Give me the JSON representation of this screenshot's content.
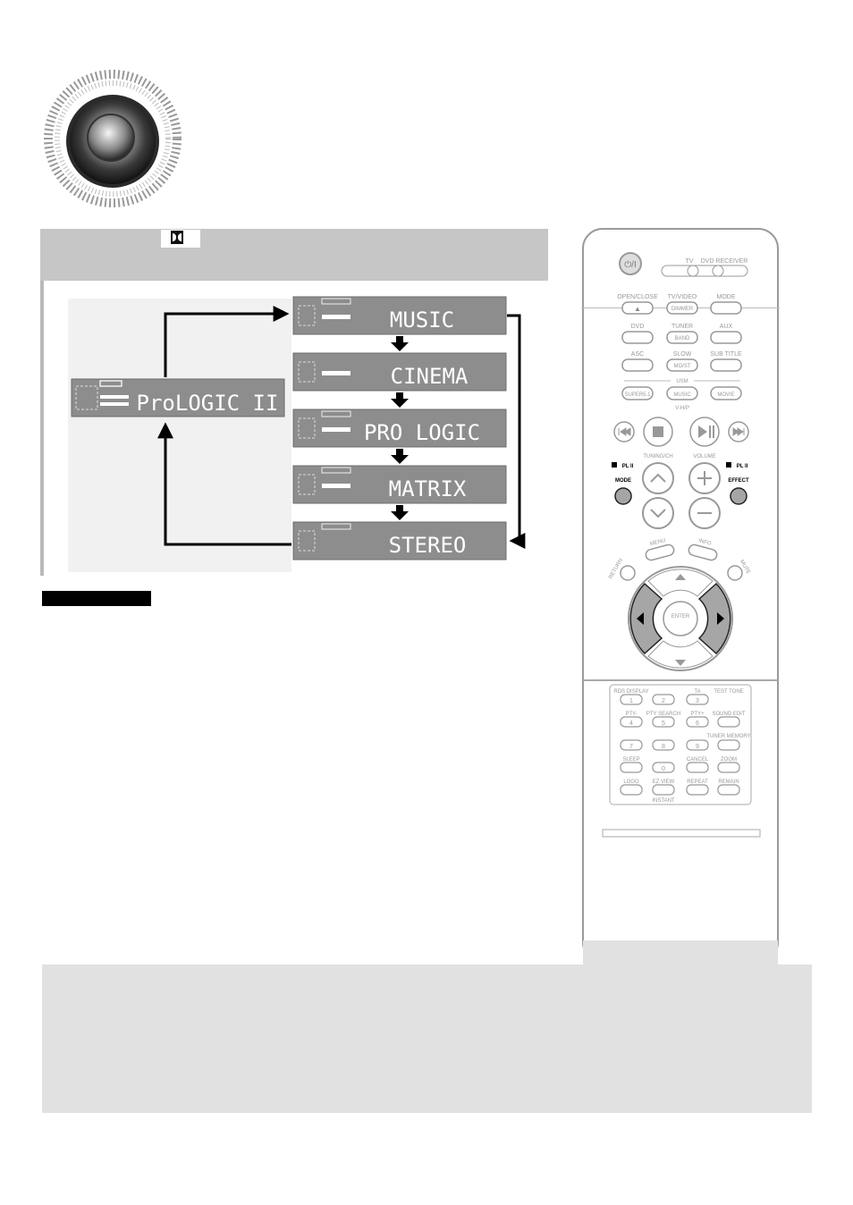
{
  "diagram": {
    "start_display": "ProLOGIC II",
    "modes": [
      "MUSIC",
      "CINEMA",
      "PRO LOGIC",
      "MATRIX",
      "STEREO"
    ]
  },
  "remote": {
    "power": "⏻/I",
    "top_labels": {
      "tv": "TV",
      "dvd_receiver": "DVD RECEIVER"
    },
    "rows": [
      {
        "left": "OPEN/CLOSE",
        "middle": "TV/VIDEO",
        "right": "MODE"
      },
      {
        "left": "DVD",
        "middle": "TUNER",
        "right": "AUX"
      },
      {
        "left": "ASC",
        "middle": "SLOW",
        "right": "SUB TITLE"
      }
    ],
    "buttons": {
      "dimmer": "DIMMER",
      "band": "BAND",
      "mo_st": "MO/ST",
      "usm": "USM",
      "superst": "SUPER5.1",
      "music": "MUSIC",
      "movie": "MOVIE",
      "vhp": "V-H/P",
      "tuning_ch": "TUNING/CH",
      "volume": "VOLUME",
      "pl2_mode_top": "PL II",
      "pl2_mode": "MODE",
      "pl2_effect_top": "PL II",
      "pl2_effect": "EFFECT",
      "menu": "MENU",
      "info": "INFO",
      "return": "RETURN",
      "mute": "MUTE",
      "enter": "ENTER"
    },
    "keypad": [
      [
        "RDS DISPLAY",
        "",
        "TA",
        "TEST TONE"
      ],
      [
        "1",
        "2",
        "3",
        ""
      ],
      [
        "PTY-",
        "PTY SEARCH",
        "PTY+",
        "SOUND EDIT"
      ],
      [
        "4",
        "5",
        "6",
        ""
      ],
      [
        "",
        "",
        "",
        "TUNER MEMORY"
      ],
      [
        "7",
        "8",
        "9",
        ""
      ],
      [
        "SLEEP",
        "",
        "CANCEL",
        "ZOOM"
      ],
      [
        "",
        "0",
        "",
        ""
      ],
      [
        "LOGO",
        "EZ VIEW",
        "REPEAT",
        "REMAIN"
      ],
      [
        "",
        "INSTANT",
        "",
        ""
      ]
    ]
  }
}
